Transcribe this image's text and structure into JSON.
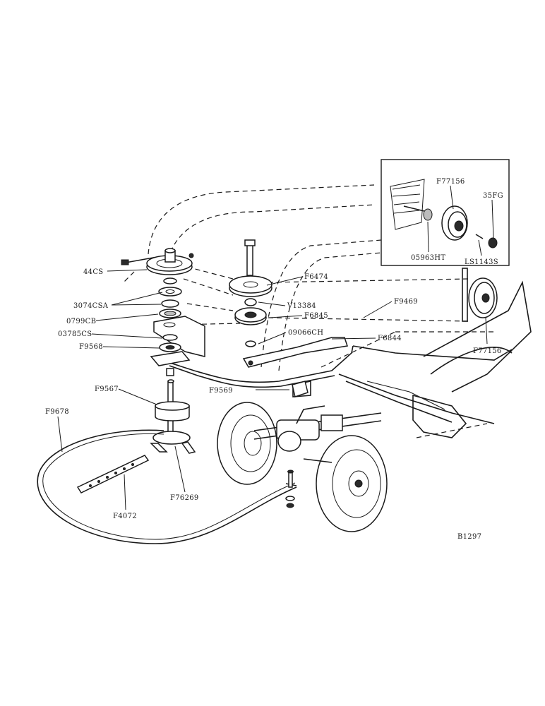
{
  "figure_id": "B1297",
  "labels": {
    "l_44cs": "44CS",
    "l_3074csa": "3074CSA",
    "l_0799cb": "0799CB",
    "l_03785cs": "03785CS",
    "l_f9568": "F9568",
    "l_f9567": "F9567",
    "l_f9678": "F9678",
    "l_f4072": "F4072",
    "l_f76269": "F76269",
    "l_f6474": "F6474",
    "l_v13384": "V13384",
    "l_f6845": "F6845",
    "l_09066ch": "09066CH",
    "l_f6844": "F6844",
    "l_f9469": "F9469",
    "l_f9569": "F9569",
    "l_f77156_main": "F77156",
    "l_f77156_inset": "F77156",
    "l_35fg": "35FG",
    "l_05963ht": "05963HT",
    "l_ls1143s": "LS1143S"
  },
  "colors": {
    "ink": "#1a1a1a",
    "paper": "#ffffff",
    "shade": "#bdbdbd"
  }
}
